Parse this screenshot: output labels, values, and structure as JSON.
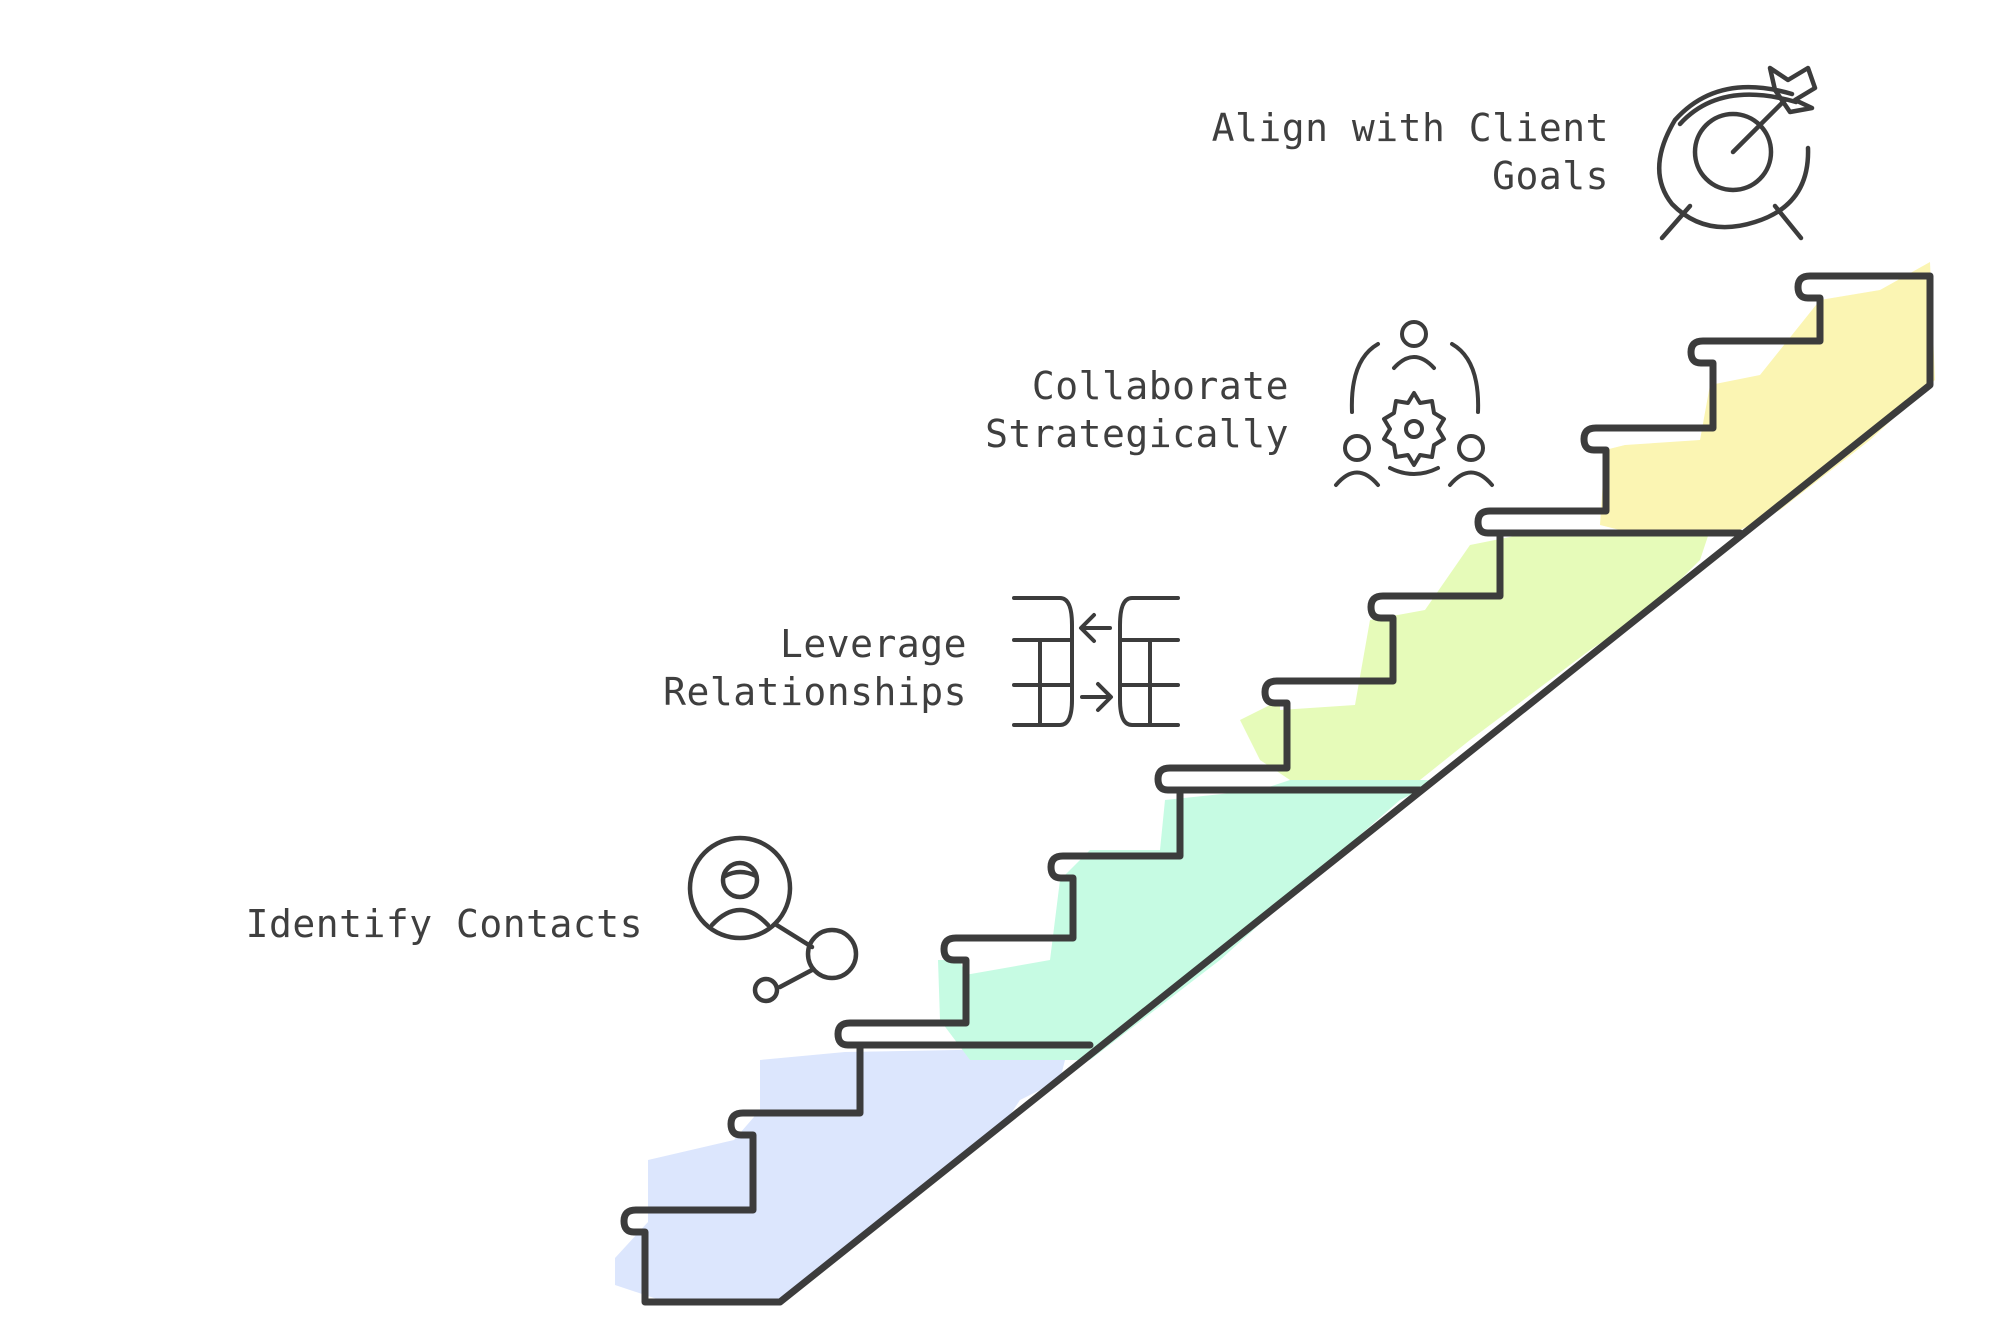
{
  "steps": [
    {
      "id": "identify",
      "lines": [
        "Identify Contacts"
      ],
      "icon": "contact-network-icon",
      "color": "#dce6fd"
    },
    {
      "id": "leverage",
      "lines": [
        "Leverage",
        "Relationships"
      ],
      "icon": "exchange-icon",
      "color": "#c6fbe3"
    },
    {
      "id": "collaborate",
      "lines": [
        "Collaborate",
        "Strategically"
      ],
      "icon": "team-collaboration-icon",
      "color": "#e6fbb9"
    },
    {
      "id": "align",
      "lines": [
        "Align with Client",
        "Goals"
      ],
      "icon": "target-icon",
      "color": "#fbf5b3"
    }
  ],
  "colors": {
    "ink": "#3c3c3c",
    "text": "#3f3f3f"
  }
}
